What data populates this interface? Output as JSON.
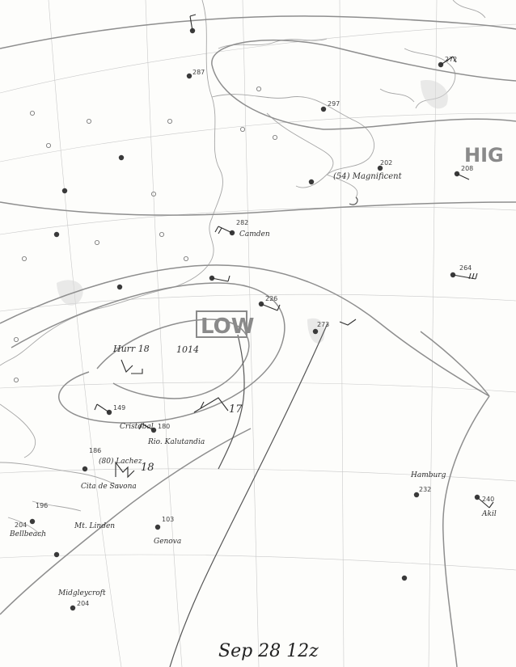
{
  "map": {
    "low_label": "LOW",
    "high_label": "HIG",
    "center_pressure": "1014",
    "caption": "Sep 28 12z",
    "ship_notes": [
      {
        "id": "magnificent",
        "text": "(54) Magnificent"
      },
      {
        "id": "camden",
        "text": "Camden"
      },
      {
        "id": "hurricane",
        "text": "Hurr 18"
      },
      {
        "id": "cristobal",
        "text": "Cristobal"
      },
      {
        "id": "kalutandia",
        "text": "Rio. Kalutandia"
      },
      {
        "id": "lachez",
        "text": "(80) Lachez"
      },
      {
        "id": "citadesavona",
        "text": "Cita de Savona"
      },
      {
        "id": "mt-linden",
        "text": "Mt. Linden"
      },
      {
        "id": "bellbeach",
        "text": "Bellbeach"
      },
      {
        "id": "genova",
        "text": "Genova"
      },
      {
        "id": "midgleycroft",
        "text": "Midgleycroft"
      },
      {
        "id": "hamburg",
        "text": "Hamburg"
      },
      {
        "id": "akil",
        "text": "Akil"
      }
    ],
    "wind_numbers": [
      {
        "id": "w17",
        "text": "17"
      },
      {
        "id": "w18",
        "text": "18"
      }
    ],
    "station_obs": [
      {
        "id": "s1",
        "text": "282"
      },
      {
        "id": "s2",
        "text": "149"
      },
      {
        "id": "s3",
        "text": "180"
      },
      {
        "id": "s4",
        "text": "186"
      },
      {
        "id": "s5",
        "text": "196"
      },
      {
        "id": "s6",
        "text": "204"
      },
      {
        "id": "s7",
        "text": "103"
      },
      {
        "id": "s8",
        "text": "204"
      },
      {
        "id": "s9",
        "text": "264"
      },
      {
        "id": "s10",
        "text": "240"
      },
      {
        "id": "s11",
        "text": "208"
      },
      {
        "id": "s12",
        "text": "297"
      },
      {
        "id": "s13",
        "text": "202"
      },
      {
        "id": "s14",
        "text": "287"
      },
      {
        "id": "s15",
        "text": "272"
      },
      {
        "id": "s16",
        "text": "232"
      },
      {
        "id": "s17",
        "text": "226"
      },
      {
        "id": "s18",
        "text": "273"
      }
    ]
  }
}
